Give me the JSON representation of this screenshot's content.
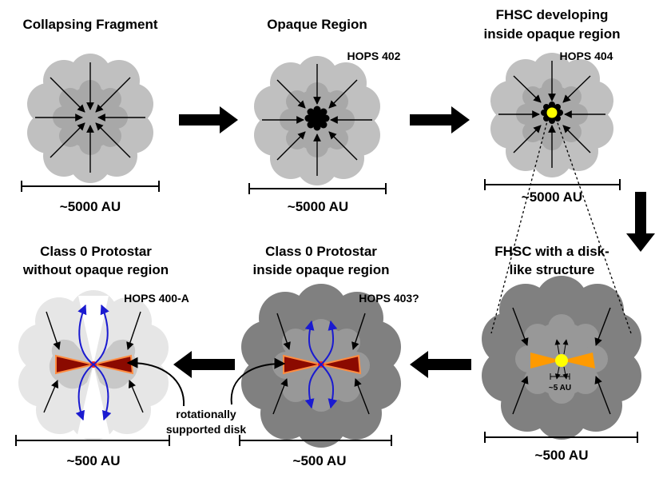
{
  "panels": [
    {
      "title_lines": [
        "Collapsing Fragment"
      ],
      "tag": "",
      "scale": "~5000 AU"
    },
    {
      "title_lines": [
        "Opaque Region"
      ],
      "tag": "HOPS 402",
      "scale": "~5000 AU"
    },
    {
      "title_lines": [
        "FHSC developing",
        "inside opaque region"
      ],
      "tag": "HOPS 404",
      "scale": "~5000 AU"
    },
    {
      "title_lines": [
        "FHSC with a disk-",
        "like structure"
      ],
      "tag": "",
      "scale": "~500 AU",
      "inner_scale": "~5 AU"
    },
    {
      "title_lines": [
        "Class 0 Protostar",
        "inside opaque region"
      ],
      "tag": "HOPS 403?",
      "scale": "~500 AU"
    },
    {
      "title_lines": [
        "Class 0 Protostar",
        "without opaque region"
      ],
      "tag": "HOPS 400-A",
      "scale": "~500 AU"
    }
  ],
  "disk_label_lines": [
    "rotationally",
    "supported disk"
  ],
  "colors": {
    "envelope_light": "#c0c0c0",
    "envelope_mid": "#a8a8a8",
    "core_dark": "#909090",
    "envelope_dark": "#808080",
    "fhsc_yellow": "#ffff00",
    "disk_orange": "#ff9a00",
    "disk_red": "#8b0a00",
    "outflow_blue": "#1a1ad0",
    "arrow_black": "#000000"
  }
}
